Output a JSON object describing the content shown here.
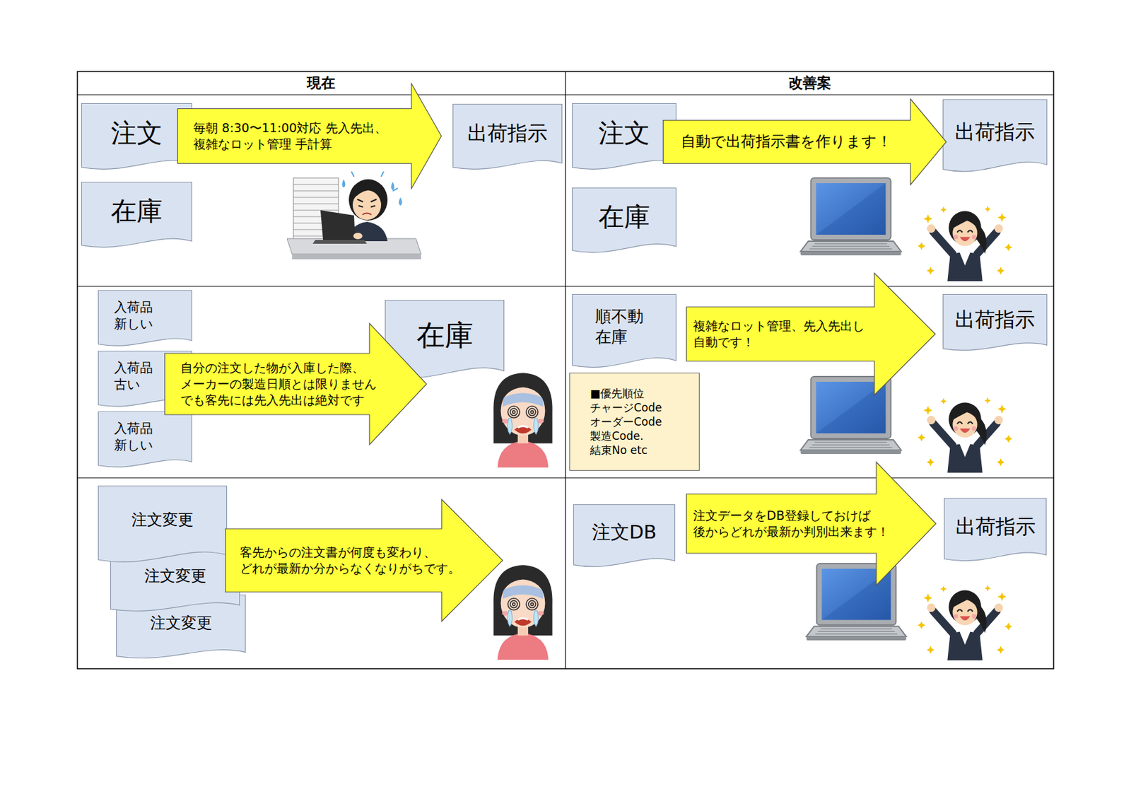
{
  "diagram": {
    "nodes": [
      {
        "text": [
          "注文"
        ]
      },
      {
        "text": [
          "毎朝 8:30〜11:00対応 先入先出、複雑なロット管理 手計算"
        ]
      },
      {
        "text": [
          "出荷指示"
        ]
      },
      {
        "text": [
          "在庫"
        ]
      },
      {
        "text": [
          "注文"
        ]
      },
      {
        "text": [
          "自動で出荷指示書を作ります！"
        ]
      },
      {
        "text": [
          "出荷指示"
        ]
      },
      {
        "text": [
          "在庫"
        ]
      },
      {
        "text": [
          "入荷品 新しい"
        ]
      },
      {
        "text": [
          "入荷品 古い"
        ]
      },
      {
        "text": [
          "入荷品 新しい"
        ]
      },
      {
        "text": [
          "自分の注文した物が入庫した際、メーカーの製造日順とは限りません でも客先には先入先出は絶対です"
        ]
      },
      {
        "text": [
          "在庫"
        ]
      },
      {
        "text": [
          "順不動 在庫"
        ]
      },
      {
        "text": [
          "■優先順位 チャージCode オーダーCode 製造Code. 結束No etc"
        ]
      },
      {
        "text": [
          "複雑なロット管理、先入先出し 自動です！"
        ]
      },
      {
        "text": [
          "出荷指示"
        ]
      },
      {
        "text": [
          "注文変更"
        ]
      },
      {
        "text": [
          "注文変更"
        ]
      },
      {
        "text": [
          "注文変更"
        ]
      },
      {
        "text": [
          "客先からの注文書が何度も変わり、どれが最新か分からなくなりがちです。"
        ]
      },
      {
        "text": [
          "注文DB"
        ]
      },
      {
        "text": [
          "注文データをDB登録しておけば 後からどれが最新か判別出来ます！"
        ]
      },
      {
        "text": [
          "出荷指示"
        ]
      }
    ],
    "labels": [
      "現在",
      "改善案"
    ]
  }
}
